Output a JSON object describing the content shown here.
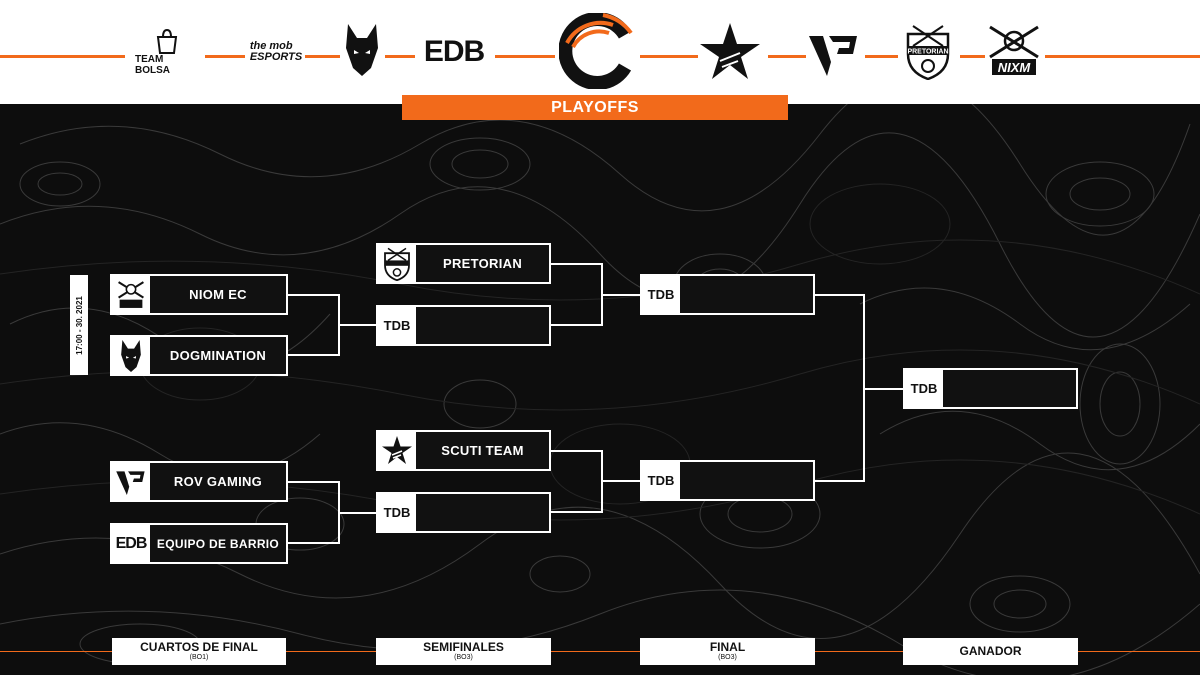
{
  "header": {
    "logos": [
      {
        "icon": "team-bolsa-logo",
        "text": "TEAM BOLSA"
      },
      {
        "icon": "the-mob-esports-logo",
        "text": "the mob ESPORTS"
      },
      {
        "icon": "dogmination-wolf-logo",
        "text": ""
      },
      {
        "icon": "edb-logo",
        "text": "EDB"
      },
      {
        "icon": "league-c-logo",
        "text": ""
      },
      {
        "icon": "scuti-star-logo",
        "text": ""
      },
      {
        "icon": "rov-gaming-logo",
        "text": ""
      },
      {
        "icon": "pretorian-shield-logo",
        "text": "PRETORIAN"
      },
      {
        "icon": "niom-logo",
        "text": "NIXM"
      }
    ],
    "title": "PLAYOFFS",
    "accent": "#f26a1b"
  },
  "date": "17:00  -  30. 2021",
  "quarterfinals": [
    {
      "name": "NIOM EC",
      "logo": "niom-logo"
    },
    {
      "name": "DOGMINATION",
      "logo": "dogmination-wolf-logo"
    },
    {
      "name": "ROV GAMING",
      "logo": "rov-gaming-logo"
    },
    {
      "name": "EQUIPO DE BARRIO",
      "logo": "edb-logo",
      "logo_text": "EDB"
    }
  ],
  "semifinals": [
    {
      "name": "PRETORIAN",
      "logo": "pretorian-shield-logo",
      "logo_text": "PRETORIAN"
    },
    {
      "tag": "TDB",
      "name": ""
    },
    {
      "name": "SCUTI TEAM",
      "logo": "scuti-star-logo"
    },
    {
      "tag": "TDB",
      "name": ""
    }
  ],
  "final": [
    {
      "tag": "TDB",
      "name": ""
    },
    {
      "tag": "TDB",
      "name": ""
    }
  ],
  "winner": {
    "tag": "TDB",
    "name": ""
  },
  "stages": [
    {
      "title": "CUARTOS DE FINAL",
      "sub": "(BO1)"
    },
    {
      "title": "SEMIFINALES",
      "sub": "(BO3)"
    },
    {
      "title": "FINAL",
      "sub": "(BO3)"
    },
    {
      "title": "GANADOR",
      "sub": ""
    }
  ]
}
